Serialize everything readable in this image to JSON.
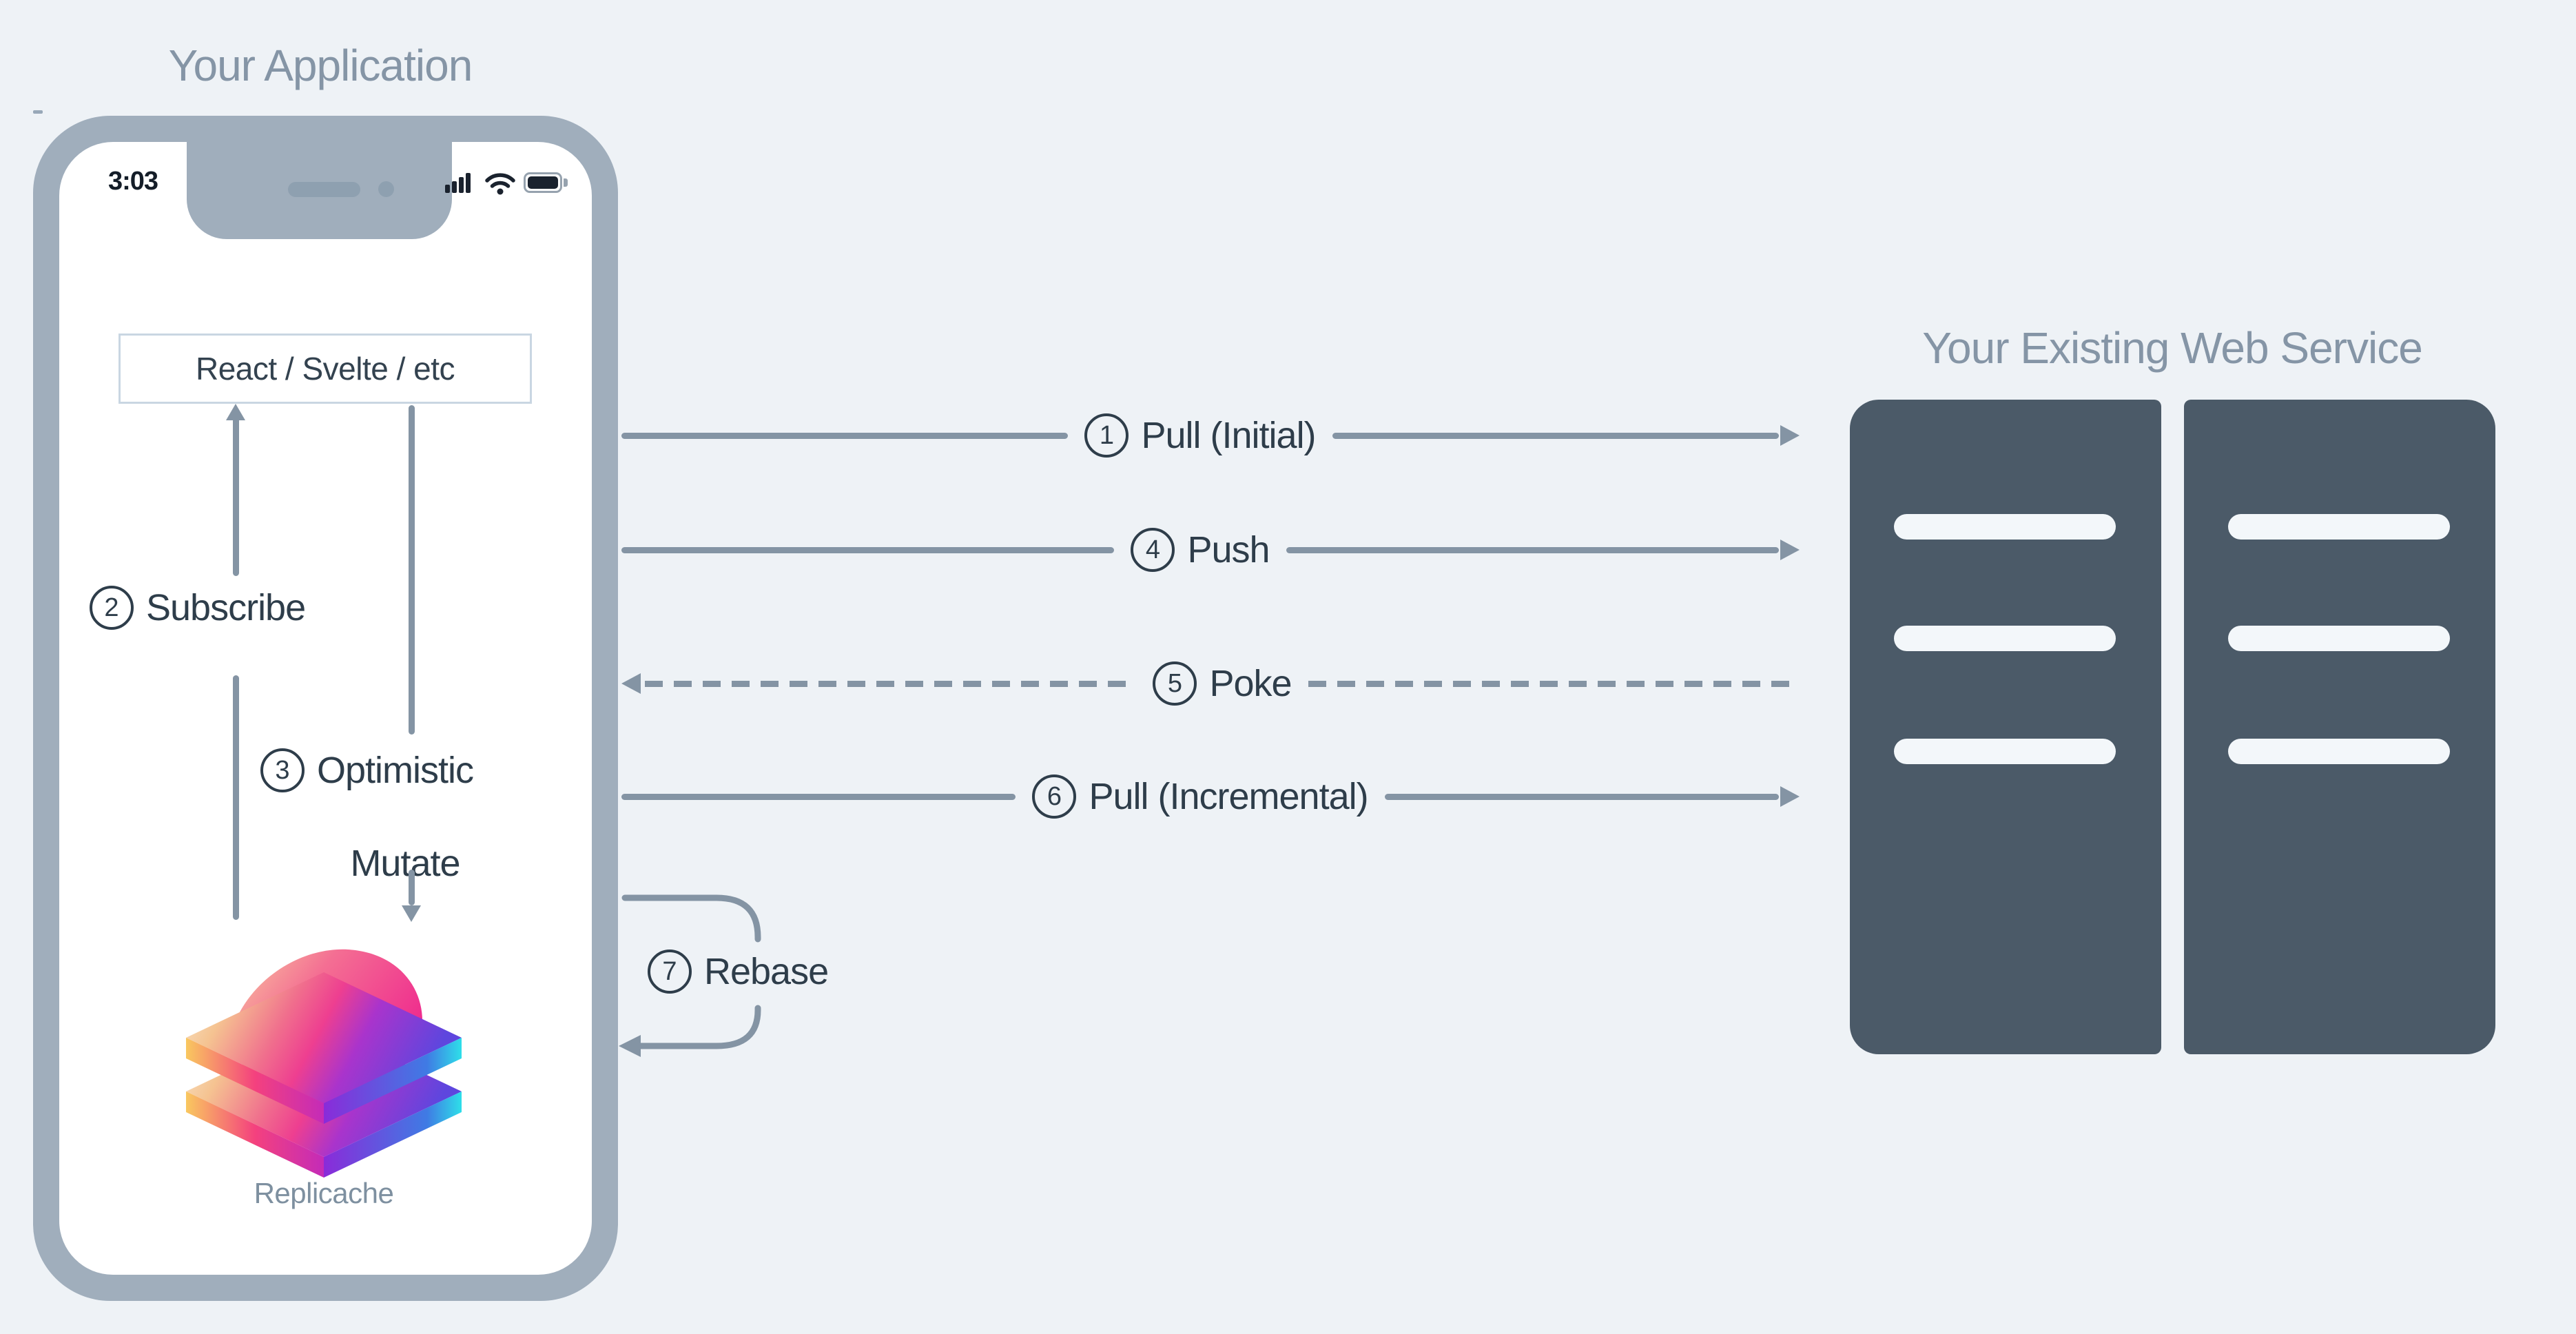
{
  "application": {
    "title": "Your Application",
    "status_bar": {
      "time": "3:03",
      "icons": [
        "signal-bars",
        "wifi",
        "battery-full"
      ]
    },
    "ui_box_label": "React / Svelte / etc",
    "logo_label": "Replicache",
    "flows": {
      "subscribe": {
        "num": "2",
        "label": "Subscribe"
      },
      "optimistic_mutate": {
        "num": "3",
        "line1": "Optimistic",
        "line2": "Mutate"
      }
    }
  },
  "web_service": {
    "title": "Your Existing Web Service",
    "racks": 2,
    "slots_per_rack": 3
  },
  "network_flows": [
    {
      "num": "1",
      "label": "Pull (Initial)",
      "direction": "right",
      "style": "solid"
    },
    {
      "num": "4",
      "label": "Push",
      "direction": "right",
      "style": "solid"
    },
    {
      "num": "5",
      "label": "Poke",
      "direction": "left",
      "style": "dashed"
    },
    {
      "num": "6",
      "label": "Pull (Incremental)",
      "direction": "right",
      "style": "solid"
    },
    {
      "num": "7",
      "label": "Rebase",
      "direction": "loop",
      "style": "solid"
    }
  ],
  "colors": {
    "background": "#EEF2F6",
    "phone_frame": "#A0AEBC",
    "arrow_gray": "#8494A4",
    "dark_text": "#2E3D4A",
    "muted_title": "#8595A6",
    "server_fill": "#4B5A68",
    "logo_gradient": [
      "#F7E9CE",
      "#F5C391",
      "#EE3F90",
      "#7739DF",
      "#2EDFE9"
    ]
  }
}
